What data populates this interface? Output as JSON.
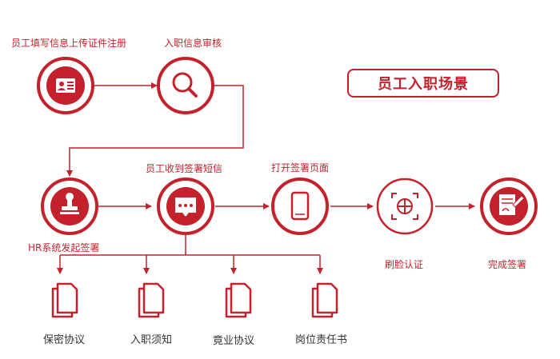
{
  "title": "员工入职场景",
  "steps": {
    "fill_info": "员工填写信息上传证件注册",
    "review": "入职信息审核",
    "hr_send": "HR系统发起签署",
    "receive_sms": "员工收到签署短信",
    "open_page": "打开签署页面",
    "face_auth": "刷脸认证",
    "complete": "完成签署"
  },
  "documents": [
    "保密协议",
    "入职须知",
    "竟业协议",
    "岗位责任书"
  ],
  "colors": {
    "accent": "#c3222c",
    "text": "#333333"
  }
}
